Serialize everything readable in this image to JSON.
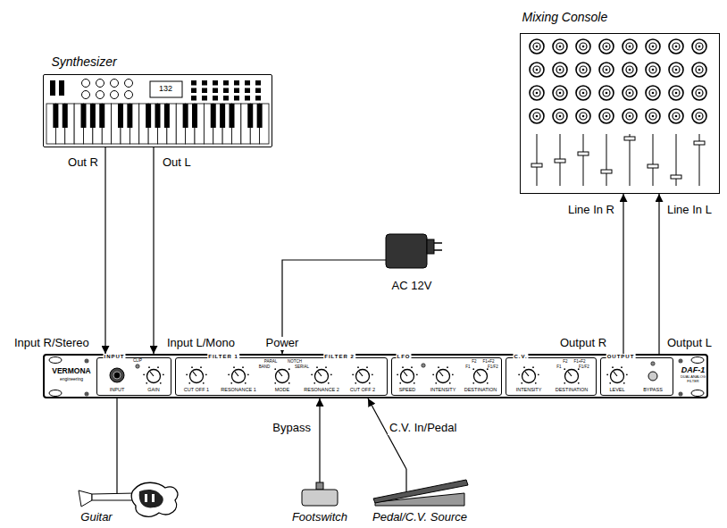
{
  "diagram": {
    "nodes": [
      {
        "text": [
          "Synthesizer",
          "132"
        ]
      },
      {
        "text": [
          "Mixing Console"
        ]
      },
      {
        "text": [
          "AC 12V"
        ]
      },
      {
        "text": [
          "VERMONA",
          "engineering",
          "DAF-1",
          "DUAL ANALOG FILTER"
        ]
      },
      {
        "text": [
          "INPUT",
          "CLIP",
          "INPUT",
          "GAIN"
        ],
        "in": 3
      },
      {
        "text": [
          "FILTER 1",
          "FILTER 2",
          "CUT OFF 1",
          "RESONANCE 1",
          "PARAL",
          "BAND",
          "NOTCH",
          "SERIAL",
          "MODE",
          "RESONANCE 2",
          "CUT OFF 2"
        ],
        "in": 3
      },
      {
        "text": [
          "LFO",
          "SPEED",
          "INTENSITY",
          "F2",
          "F1+F2",
          "F1",
          "F1/F2",
          "DESTINATION"
        ],
        "in": 3
      },
      {
        "text": [
          "C.V.",
          "INTENSITY",
          "F2",
          "F1+F2",
          "F1",
          "F1/F2",
          "DESTINATION"
        ],
        "in": 3
      },
      {
        "text": [
          "OUTPUT",
          "LEVEL",
          "BYPASS"
        ],
        "in": 3
      },
      {
        "text": [
          "Guitar"
        ]
      },
      {
        "text": [
          "Footswitch"
        ]
      },
      {
        "text": [
          "Pedal/C.V. Source"
        ]
      }
    ],
    "edges": [
      {
        "from": 0,
        "to": 3,
        "arrow": "to",
        "label": "Out R"
      },
      {
        "from": 0,
        "to": 3,
        "arrow": "to",
        "label": "Out L"
      },
      {
        "from": 2,
        "to": 3,
        "arrow": "to",
        "label": "Power"
      },
      {
        "from": 3,
        "to": 1,
        "arrow": "to",
        "label": "Line In R"
      },
      {
        "from": 3,
        "to": 1,
        "arrow": "to",
        "label": "Line In L"
      },
      {
        "from": 9,
        "to": 3,
        "arrow": "none"
      },
      {
        "from": 10,
        "to": 3,
        "arrow": "to",
        "label": "Bypass"
      },
      {
        "from": 11,
        "to": 3,
        "arrow": "to",
        "label": "C.V. In/Pedal"
      }
    ],
    "labels": [
      "Input R/Stereo",
      "Input L/Mono",
      "Output R",
      "Output L"
    ]
  }
}
